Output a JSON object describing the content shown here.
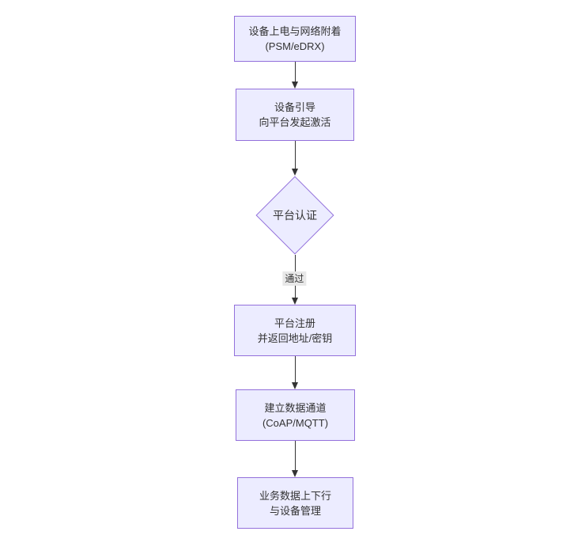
{
  "diagram": {
    "type": "flowchart-top-down",
    "colors": {
      "node_fill": "#ECECFF",
      "node_border": "#9370DB",
      "arrow": "#333333",
      "edge_label_bg": "#e8e8e8",
      "text": "#333333",
      "background": "#ffffff"
    },
    "nodes": {
      "power_attach": {
        "lines": [
          "设备上电与网络附着",
          "(PSM/eDRX)"
        ]
      },
      "bootstrap": {
        "lines": [
          "设备引导",
          "向平台发起激活"
        ]
      },
      "auth": {
        "lines": [
          "平台认证"
        ]
      },
      "register": {
        "lines": [
          "平台注册",
          "并返回地址/密钥"
        ]
      },
      "channel": {
        "lines": [
          "建立数据通道",
          "(CoAP/MQTT)"
        ]
      },
      "business": {
        "lines": [
          "业务数据上下行",
          "与设备管理"
        ]
      }
    },
    "edge_labels": {
      "auth_pass": "通过"
    }
  }
}
